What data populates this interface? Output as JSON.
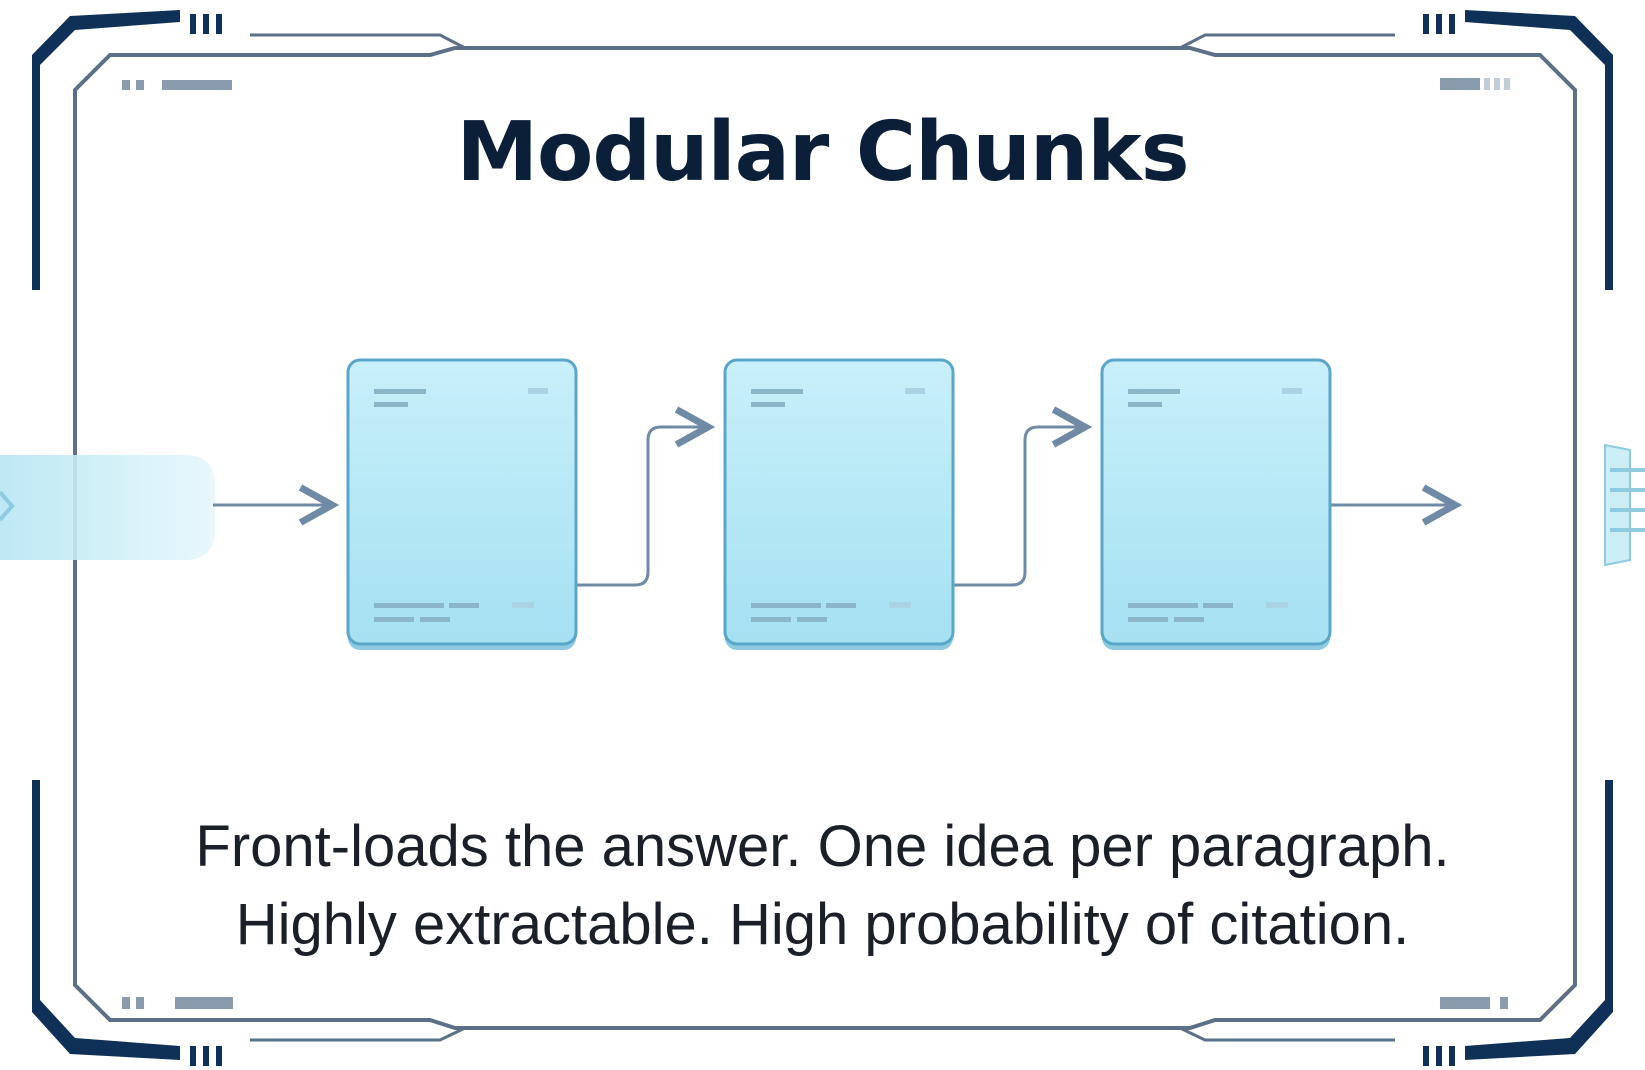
{
  "diagram": {
    "title": "Modular Chunks",
    "caption_lines": [
      "Front-loads the answer. One idea per paragraph.",
      "Highly extractable. High probability of citation."
    ],
    "chunk_count": 3,
    "colors": {
      "frame_dark": "#0f3158",
      "frame_line": "#5b6f87",
      "chunk_fill": "#b8e8f4",
      "chunk_edge": "#5aa6c8",
      "arrow": "#6f8aa4",
      "input_tab": "#cdeef7",
      "title": "#0b1f38",
      "caption": "#1a1f28"
    }
  }
}
